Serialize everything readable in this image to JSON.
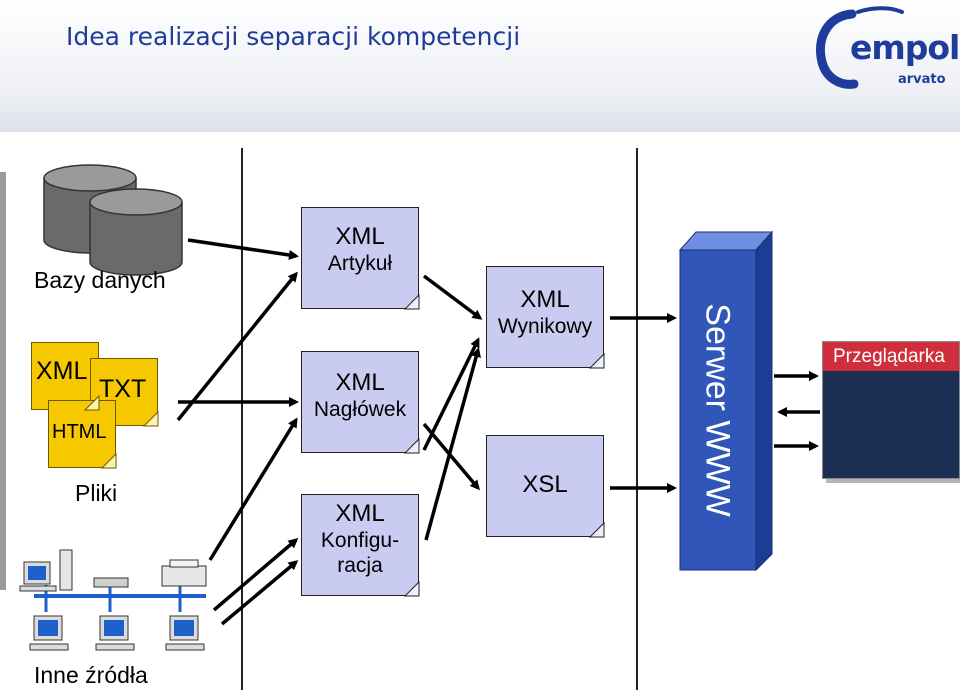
{
  "header": {
    "title": "Idea realizacji separacji kompetencji",
    "logo_name": "empolis",
    "logo_sub": "arvato"
  },
  "sources": {
    "databases_label": "Bazy danych",
    "files_label": "Pliki",
    "other_label": "Inne źródła",
    "files": [
      "XML",
      "TXT",
      "HTML"
    ]
  },
  "documents": {
    "article": {
      "line1": "XML",
      "line2": "Artykuł"
    },
    "header_doc": {
      "line1": "XML",
      "line2": "Nagłówek"
    },
    "config": {
      "line1": "XML",
      "line2": "Konfigu-",
      "line3": "racja"
    },
    "result": {
      "line1": "XML",
      "line2": "Wynikowy"
    },
    "xsl": {
      "line1": "XSL"
    }
  },
  "server": {
    "label": "Serwer WWW"
  },
  "browser": {
    "label": "Przeglądarka"
  },
  "colors": {
    "title_blue": "#1f3c9c",
    "doc_fill": "#c9ccf0",
    "file_yellow": "#f5c800",
    "server_blue": "#2f56b8",
    "browser_bar": "#cf2f3c",
    "browser_body": "#1b2f55"
  }
}
